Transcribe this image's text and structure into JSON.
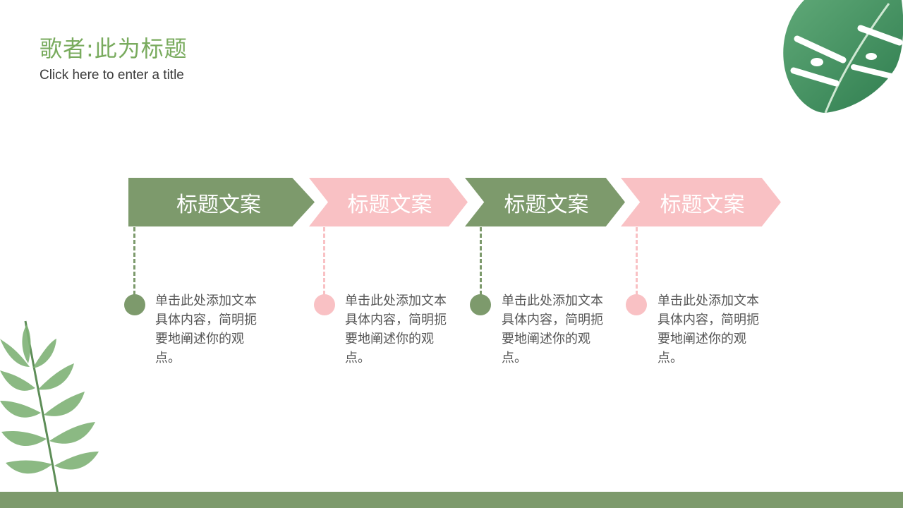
{
  "header": {
    "title": "歌者:此为标题",
    "subtitle": "Click here to enter a title"
  },
  "colors": {
    "title": "#79ab5e",
    "green": "#7d9a6c",
    "pink": "#f9c1c4",
    "text": "#555555"
  },
  "steps": [
    {
      "label": "标题文案",
      "color": "green",
      "text": "单击此处添加文本具体内容，简明扼要地阐述你的观点。"
    },
    {
      "label": "标题文案",
      "color": "pink",
      "text": "单击此处添加文本具体内容，简明扼要地阐述你的观点。"
    },
    {
      "label": "标题文案",
      "color": "green",
      "text": "单击此处添加文本具体内容，简明扼要地阐述你的观点。"
    },
    {
      "label": "标题文案",
      "color": "pink",
      "text": "单击此处添加文本具体内容，简明扼要地阐述你的观点。"
    }
  ],
  "decor": {
    "top_right": "monstera-leaf-icon",
    "bottom_left": "fern-leaf-icon"
  }
}
